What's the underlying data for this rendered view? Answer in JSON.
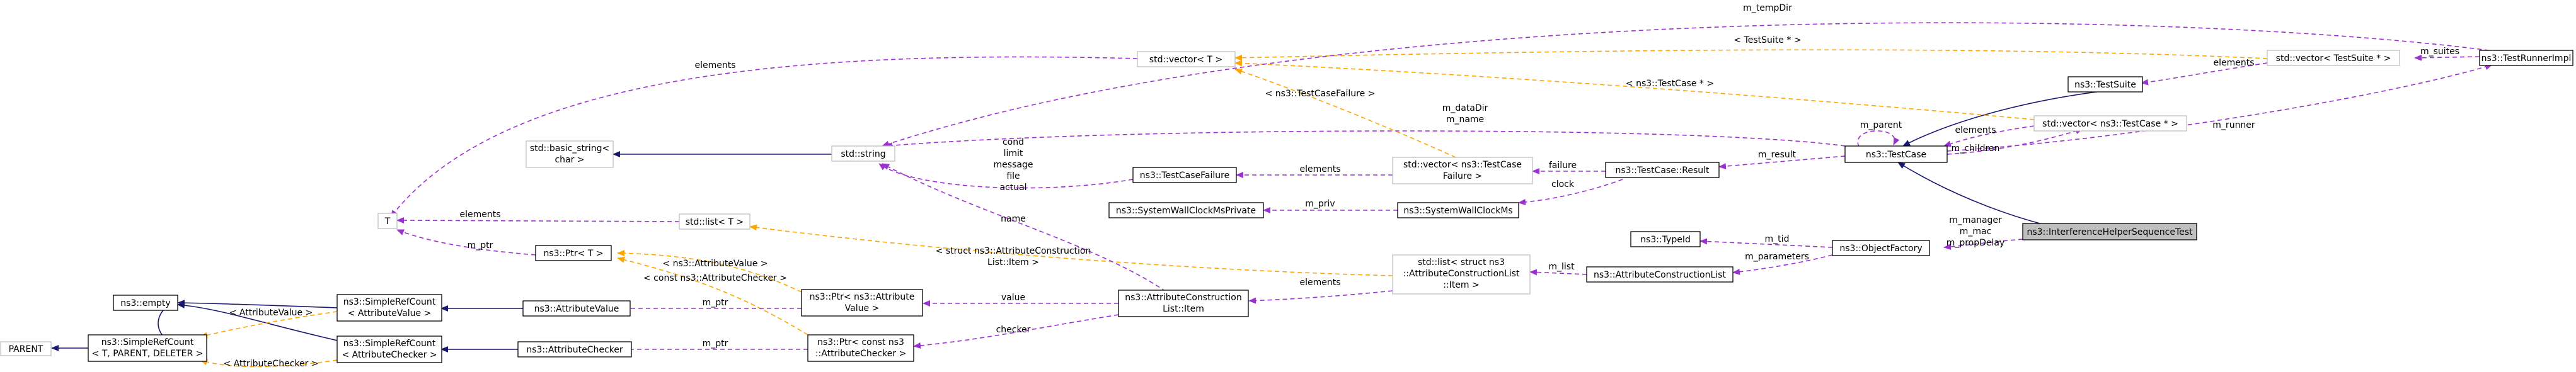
{
  "diagram": {
    "colors": {
      "inherit": "#191970",
      "usage": "#9a32cd",
      "template": "#ffa500",
      "node_border": "#000000",
      "grey_border": "#bfbfbf",
      "focus_fill": "#bfbfbf"
    },
    "nodes": {
      "parent": {
        "lines": [
          "PARENT"
        ]
      },
      "simplerefcount_tpl": {
        "lines": [
          "ns3::SimpleRefCount",
          "< T, PARENT, DELETER >"
        ]
      },
      "empty": {
        "lines": [
          "ns3::empty"
        ]
      },
      "src_attrvalue": {
        "lines": [
          "ns3::SimpleRefCount",
          "< AttributeValue >"
        ]
      },
      "src_attrchecker": {
        "lines": [
          "ns3::SimpleRefCount",
          "< AttributeChecker >"
        ]
      },
      "t": {
        "lines": [
          "T"
        ]
      },
      "ptr_t": {
        "lines": [
          "ns3::Ptr< T >"
        ]
      },
      "attrvalue": {
        "lines": [
          "ns3::AttributeValue"
        ]
      },
      "attrchecker": {
        "lines": [
          "ns3::AttributeChecker"
        ]
      },
      "basic_string": {
        "lines": [
          "std::basic_string<",
          "char >"
        ]
      },
      "std_string": {
        "lines": [
          "std::string"
        ]
      },
      "list_t": {
        "lines": [
          "std::list< T >"
        ]
      },
      "ptr_attrvalue": {
        "lines": [
          "ns3::Ptr< ns3::Attribute",
          "Value >"
        ]
      },
      "ptr_attrchecker": {
        "lines": [
          "ns3::Ptr< const ns3",
          "::AttributeChecker >"
        ]
      },
      "acl_item": {
        "lines": [
          "ns3::AttributeConstruction",
          "List::Item"
        ]
      },
      "vector_t": {
        "lines": [
          "std::vector< T >"
        ]
      },
      "testcasefailure": {
        "lines": [
          "ns3::TestCaseFailure"
        ]
      },
      "sysclockpriv": {
        "lines": [
          "ns3::SystemWallClockMsPrivate"
        ]
      },
      "vector_tcf": {
        "lines": [
          "std::vector< ns3::TestCase",
          "Failure >"
        ]
      },
      "sysclock": {
        "lines": [
          "ns3::SystemWallClockMs"
        ]
      },
      "list_item": {
        "lines": [
          "std::list< struct ns3",
          "::AttributeConstructionList",
          "::Item >"
        ]
      },
      "testcase_result": {
        "lines": [
          "ns3::TestCase::Result"
        ]
      },
      "acl": {
        "lines": [
          "ns3::AttributeConstructionList"
        ]
      },
      "typeid": {
        "lines": [
          "ns3::TypeId"
        ]
      },
      "testcase": {
        "lines": [
          "ns3::TestCase"
        ]
      },
      "objectfactory": {
        "lines": [
          "ns3::ObjectFactory"
        ]
      },
      "testsuite": {
        "lines": [
          "ns3::TestSuite"
        ]
      },
      "vector_tc": {
        "lines": [
          "std::vector< ns3::TestCase * >"
        ]
      },
      "vector_ts": {
        "lines": [
          "std::vector< TestSuite * >"
        ]
      },
      "runner": {
        "lines": [
          "ns3::TestRunnerImpl"
        ]
      },
      "interference": {
        "lines": [
          "ns3::InterferenceHelperSequenceTest"
        ]
      }
    },
    "edge_labels": {
      "elements_vector_t": "elements",
      "elements_list_t": "elements",
      "mptr_t": "m_ptr",
      "cav_value": "< ns3::AttributeValue >",
      "cac_value": "< const ns3::AttributeChecker >",
      "mptr_value": "m_ptr",
      "mptr_checker": "m_ptr",
      "av_srt": "< AttributeValue >",
      "ac_srt": "< AttributeChecker >",
      "tcf_fields": [
        "cond",
        "limit",
        "message",
        "file",
        "actual"
      ],
      "name": "name",
      "value": "value",
      "checker": "checker",
      "struct_item": [
        "< struct ns3::AttributeConstruction",
        "List::Item >"
      ],
      "elements_listitem": "elements",
      "elements_tcf": "elements",
      "mpriv": "m_priv",
      "tcf_tpl": "< ns3::TestCaseFailure >",
      "failure": "failure",
      "clock": "clock",
      "m_list": "m_list",
      "m_tid": "m_tid",
      "m_parameters": "m_parameters",
      "m_result": "m_result",
      "datadir": [
        "m_dataDir",
        "m_name"
      ],
      "m_parent": "m_parent",
      "elements_vtc": "elements",
      "m_children": "m_children",
      "tc_tpl": "< ns3::TestCase * >",
      "ts_tpl": "< TestSuite * >",
      "elements_vts": "elements",
      "m_suites": "m_suites",
      "m_runner": "m_runner",
      "m_tempdir": "m_tempDir",
      "interference_fields": [
        "m_manager",
        "m_mac",
        "m_propDelay"
      ]
    }
  }
}
